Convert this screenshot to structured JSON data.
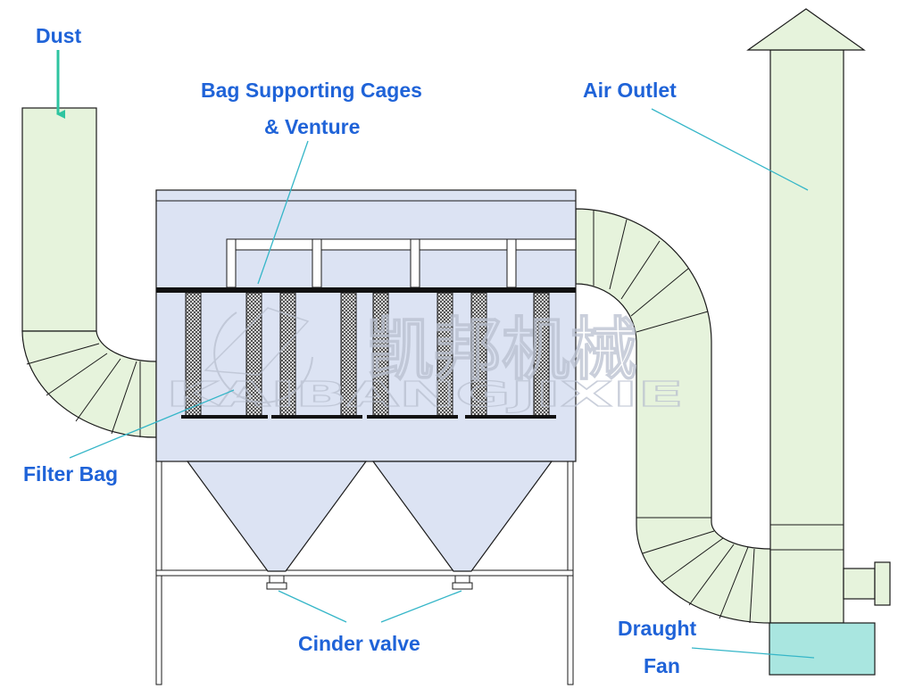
{
  "labels": {
    "dust": "Dust",
    "bag_cages_line1": "Bag Supporting Cages",
    "bag_cages_line2": "& Venture",
    "air_outlet": "Air Outlet",
    "filter_bag": "Filter Bag",
    "cinder_valve": "Cinder valve",
    "draught_fan_line1": "Draught",
    "draught_fan_line2": "Fan"
  },
  "watermark": {
    "chinese": "凯邦机械",
    "pinyin": "KAIBANGJIXIE"
  },
  "colors": {
    "label_text": "#1f63d8",
    "leader_line": "#35b6c8",
    "dust_arrow": "#2ec4a0",
    "pipe_fill": "#e6f3dc",
    "housing_fill": "#dce3f3",
    "fan_fill": "#a9e6e0",
    "outline": "#1a1a1a"
  }
}
